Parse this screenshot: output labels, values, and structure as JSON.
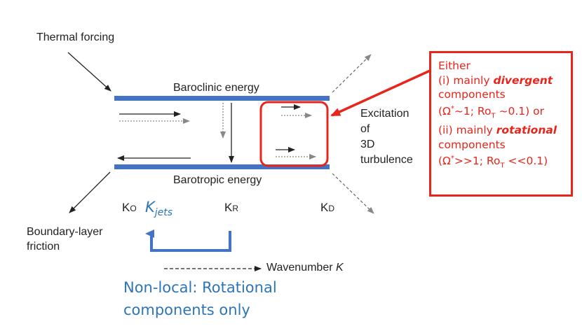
{
  "labels": {
    "thermal_forcing": "Thermal forcing",
    "baroclinic": "Baroclinic energy",
    "barotropic": "Barotropic energy",
    "excitation": [
      "Excitation",
      "of",
      "3D",
      "turbulence"
    ],
    "boundary_layer": [
      "Boundary-layer",
      "friction"
    ],
    "wavenumber": "Wavenumber",
    "wavenumber_symbol": "K"
  },
  "wavenumbers": {
    "ko": "K",
    "ko_sub": "O",
    "kr": "K",
    "kr_sub": "R",
    "kd": "K",
    "kd_sub": "D",
    "kjets": "K",
    "kjets_sub": "jets"
  },
  "nonlocal_note": [
    "Non-local: Rotational",
    "components only"
  ],
  "callout": {
    "line1": "Either",
    "line2_pre": "(i) mainly ",
    "line2_em": "divergent",
    "line3": "components",
    "line4_a": "(Ω",
    "line4_b": "*",
    "line4_c": "~1; Ro",
    "line4_d": "T",
    "line4_e": " ~0.1) or",
    "line5_pre": "(ii) mainly ",
    "line5_em": "rotational",
    "line6": "components",
    "line7_a": "(Ω",
    "line7_b": "*",
    "line7_c": ">>1; Ro",
    "line7_d": "T",
    "line7_e": " <<0.1)"
  },
  "colors": {
    "reservoir_bar": "#4472c4",
    "callout_red": "#e8251b",
    "note_blue": "#2e75b6"
  }
}
